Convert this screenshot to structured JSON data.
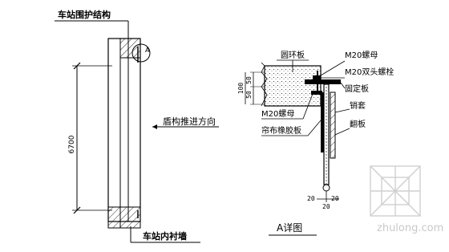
{
  "left_view": {
    "top_label": "车站围护结构",
    "bottom_label": "车站内衬墙",
    "dimension": "6700",
    "callout": "A",
    "direction_label": "盾构推进方向"
  },
  "detail": {
    "title": "A详图",
    "labels": {
      "ring_plate": "圆环板",
      "m20_nut_top": "M20螺母",
      "m20_stud": "M20双头螺栓",
      "fixed_plate": "固定板",
      "pin": "销套",
      "flap": "翻板",
      "m20_nut_bottom": "M20螺母",
      "rubber_strip": "帘布橡胶板"
    },
    "dims": {
      "d50": "50",
      "d50b": "50",
      "d100": "100",
      "bottom_left": "20",
      "bottom_right": "20",
      "bottom_center": "20"
    }
  },
  "watermark": {
    "text": "zhulong.com"
  }
}
